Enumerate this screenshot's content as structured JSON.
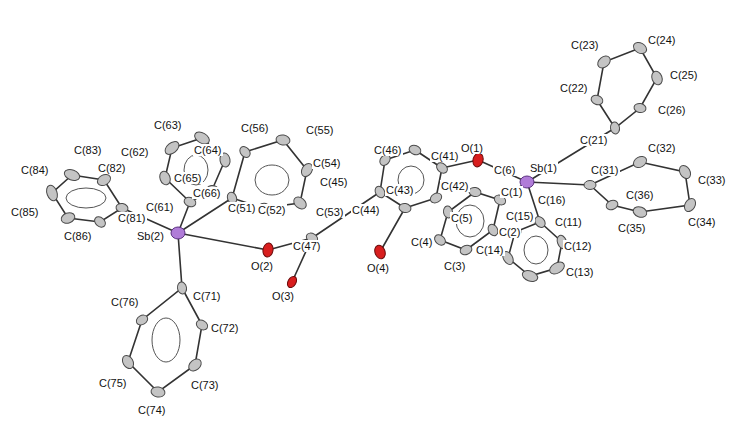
{
  "diagram": {
    "labels": [
      "C(23)",
      "C(24)",
      "C(25)",
      "C(22)",
      "C(26)",
      "C(63)",
      "C(55)",
      "C(56)",
      "C(21)",
      "C(83)",
      "C(64)",
      "C(62)",
      "O(1)",
      "C(46)",
      "C(41)",
      "C(32)",
      "C(54)",
      "C(6)",
      "Sb(1)",
      "C(31)",
      "C(84)",
      "C(82)",
      "C(65)",
      "C(45)",
      "C(33)",
      "C(42)",
      "C(1)",
      "C(43)",
      "C(16)",
      "C(36)",
      "C(66)",
      "C(61)",
      "C(51)",
      "C(85)",
      "C(81)",
      "C(52)",
      "C(53)",
      "C(44)",
      "C(5)",
      "C(15)",
      "C(11)",
      "C(35)",
      "C(34)",
      "C(2)",
      "C(86)",
      "Sb(2)",
      "C(4)",
      "C(47)",
      "C(12)",
      "C(14)",
      "O(2)",
      "O(4)",
      "C(3)",
      "C(13)",
      "O(3)",
      "C(76)",
      "C(71)",
      "C(72)",
      "C(73)",
      "C(75)",
      "C(74)"
    ]
  }
}
